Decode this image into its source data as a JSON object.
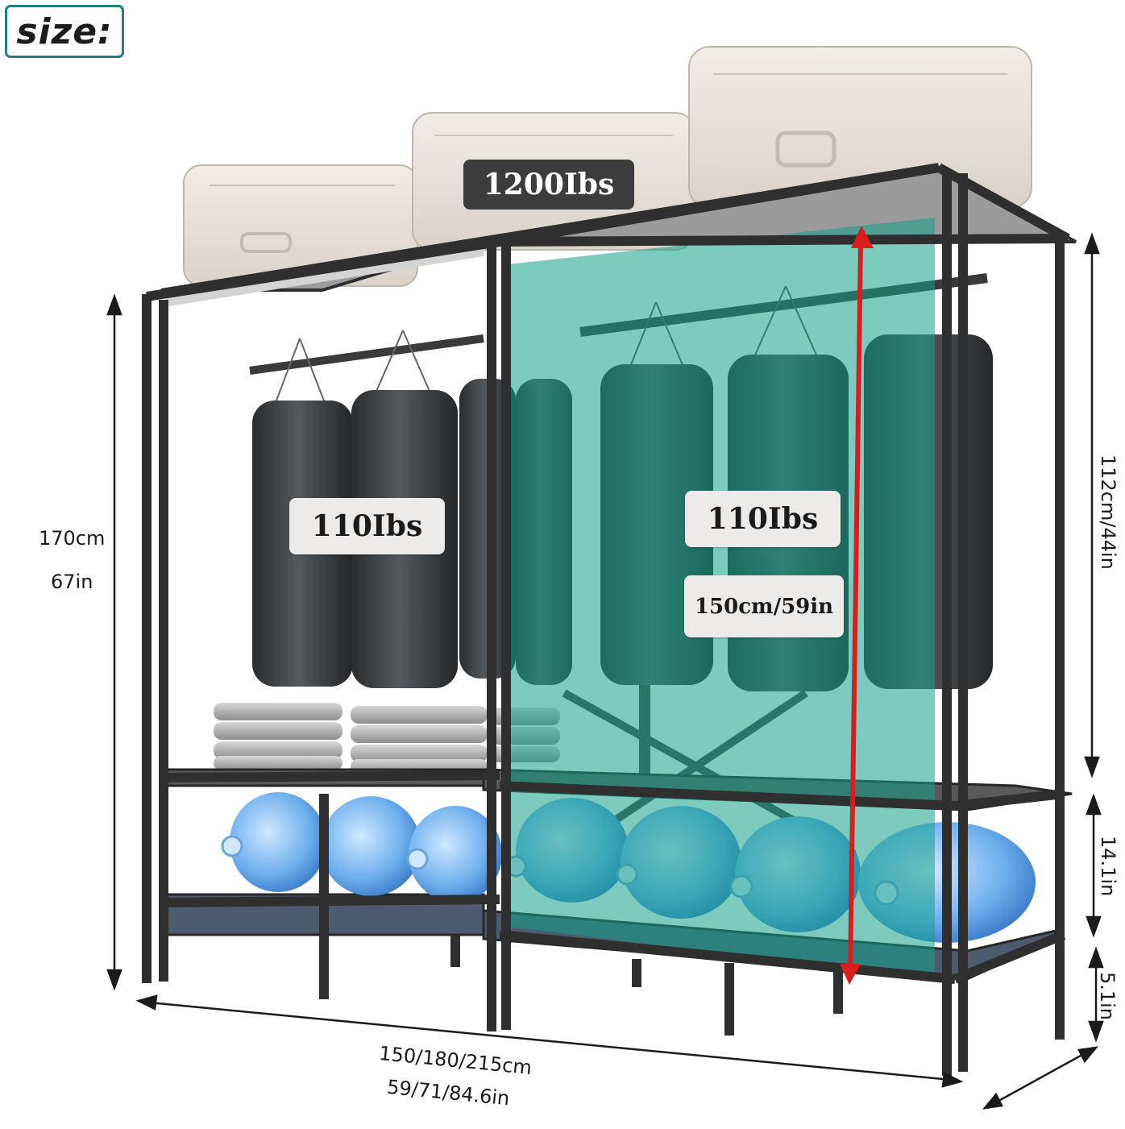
{
  "header": {
    "tag": "size:"
  },
  "capacity_labels": {
    "top_shelf": "1200Ibs",
    "left_rod": "110Ibs",
    "right_rod": "110Ibs",
    "inner_height": "150cm/59in"
  },
  "dimensions": {
    "total_height_cm": "170cm",
    "total_height_in": "67in",
    "depth_upper": "112cm/44in",
    "shelf_gap": "14.1in",
    "bottom_gap": "5.1in",
    "width_cm": "150/180/215cm",
    "width_in": "59/71/84.6in"
  },
  "colors": {
    "accent": "#1f7f86",
    "frame": "#2e2e2e",
    "highlight": "#1f9a86",
    "arrow_red": "#d91c1c",
    "bag": "#3a3d40",
    "bottle": "#5fa6e6"
  }
}
